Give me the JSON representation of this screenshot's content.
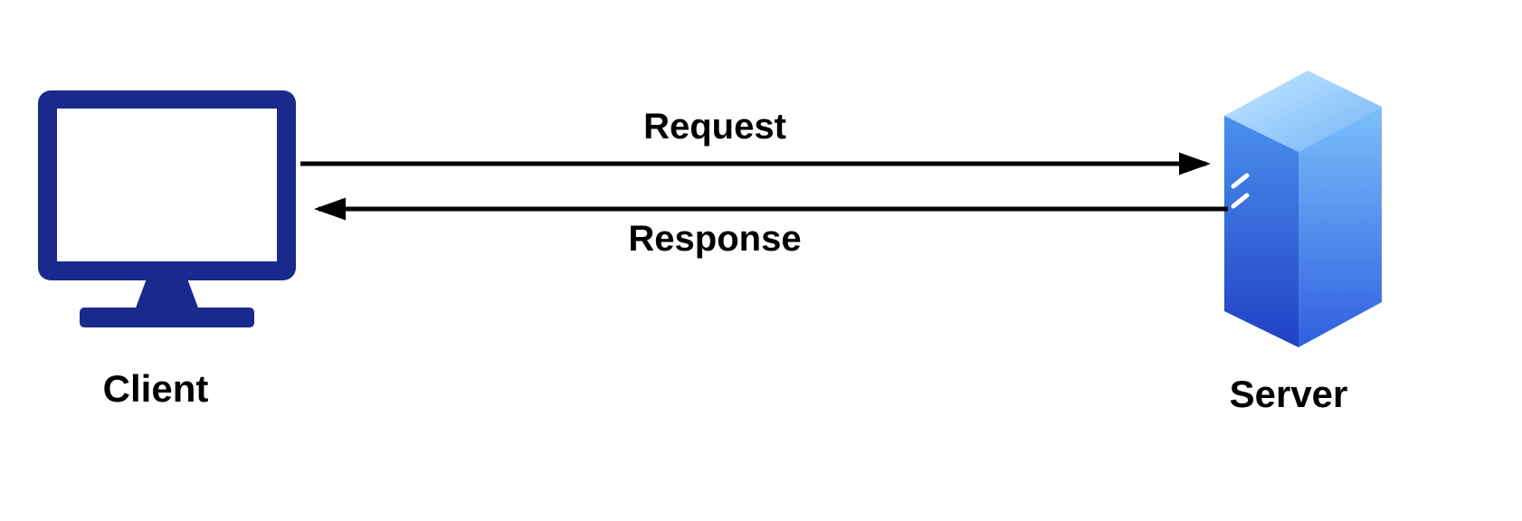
{
  "diagram": {
    "type": "client-server-request-response",
    "nodes": {
      "client": {
        "label": "Client"
      },
      "server": {
        "label": "Server"
      }
    },
    "edges": {
      "request": {
        "label": "Request",
        "from": "Client",
        "to": "Server",
        "direction": "right"
      },
      "response": {
        "label": "Response",
        "from": "Server",
        "to": "Client",
        "direction": "left"
      }
    },
    "colors": {
      "background": "#ffffff",
      "text": "#000000",
      "arrow": "#000000",
      "client_icon": "#1a2a8c",
      "client_screen": "#ffffff",
      "server_top_light": "#c9e9fe",
      "server_top_dark": "#6fb3f8",
      "server_front_light": "#4a90ee",
      "server_front_dark": "#2140c4",
      "server_side_light": "#7cc0fa",
      "server_side_dark": "#2f5fe0",
      "server_vent": "#ffffff"
    }
  }
}
